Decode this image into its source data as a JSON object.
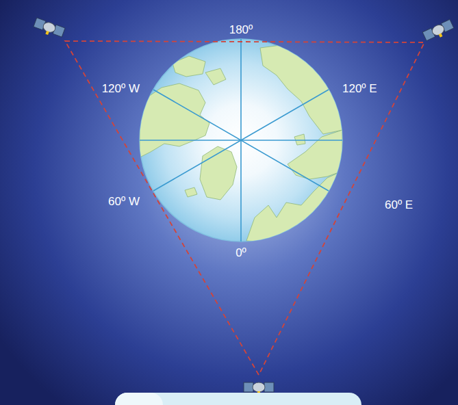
{
  "diagram": {
    "labels": [
      "180º",
      "120º W",
      "120º E",
      "60º W",
      "60º E",
      "0º"
    ]
  }
}
